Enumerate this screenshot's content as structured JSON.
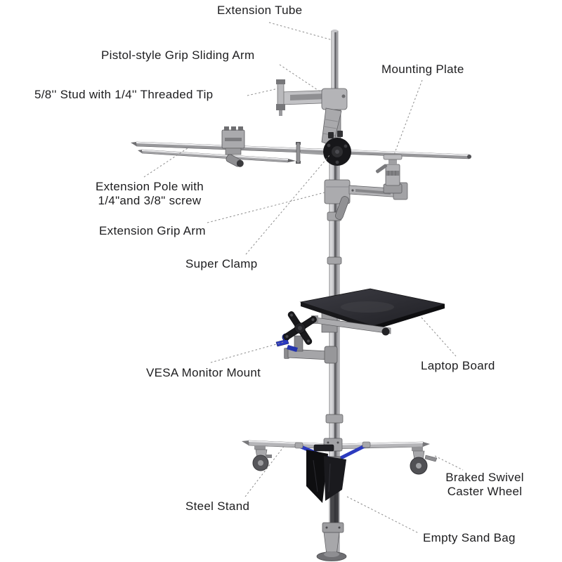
{
  "figure": {
    "type": "annotated-product-diagram",
    "subject": "steel-stand-with-accessories",
    "background": "#ffffff",
    "palette": {
      "label_text": "#1d1d1f",
      "leader_line": "#8d8d8d",
      "metal_light": "#ececee",
      "metal_mid": "#9b9b9e",
      "metal_dark": "#4a4a4d",
      "black_part": "#17171a",
      "tray": "#2e2e33",
      "strut_blue": "#2c3bbf",
      "wheel_gray": "#56565a"
    }
  },
  "labels": {
    "extension_tube": "Extension Tube",
    "pistol_grip_arm": "Pistol-style Grip Sliding Arm",
    "stud": "5/8'' Stud with 1/4'' Threaded Tip",
    "mounting_plate": "Mounting Plate",
    "extension_pole_line1": "Extension Pole with",
    "extension_pole_line2": "1/4\"and 3/8\" screw",
    "extension_grip_arm": "Extension Grip Arm",
    "super_clamp": "Super Clamp",
    "vesa_monitor_mount": "VESA Monitor Mount",
    "laptop_board": "Laptop Board",
    "braked_swivel_line1": "Braked Swivel",
    "braked_swivel_line2": "Caster Wheel",
    "steel_stand": "Steel Stand",
    "empty_sand_bag": "Empty Sand Bag"
  }
}
